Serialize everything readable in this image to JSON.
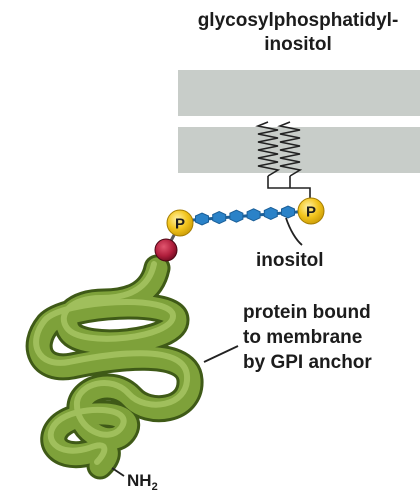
{
  "labels": {
    "gpi_line1": "glycosylphosphatidyl-",
    "gpi_line2": "inositol",
    "inositol": "inositol",
    "protein_line1": "protein bound",
    "protein_line2": "to membrane",
    "protein_line3": "by GPI anchor",
    "nh2_base": "NH",
    "nh2_sub": "2"
  },
  "phosphate_label": "P",
  "colors": {
    "membrane": "#c8cdc9",
    "sugar": "#2a82c8",
    "sugar_dark": "#1b5f98",
    "phosphate": "#f3c51c",
    "ethanolamine": "#b01e3c",
    "protein": "#7ea13a",
    "protein_dark": "#3f5a17",
    "protein_light": "#a9c765"
  },
  "sugar_chain_count": 6
}
